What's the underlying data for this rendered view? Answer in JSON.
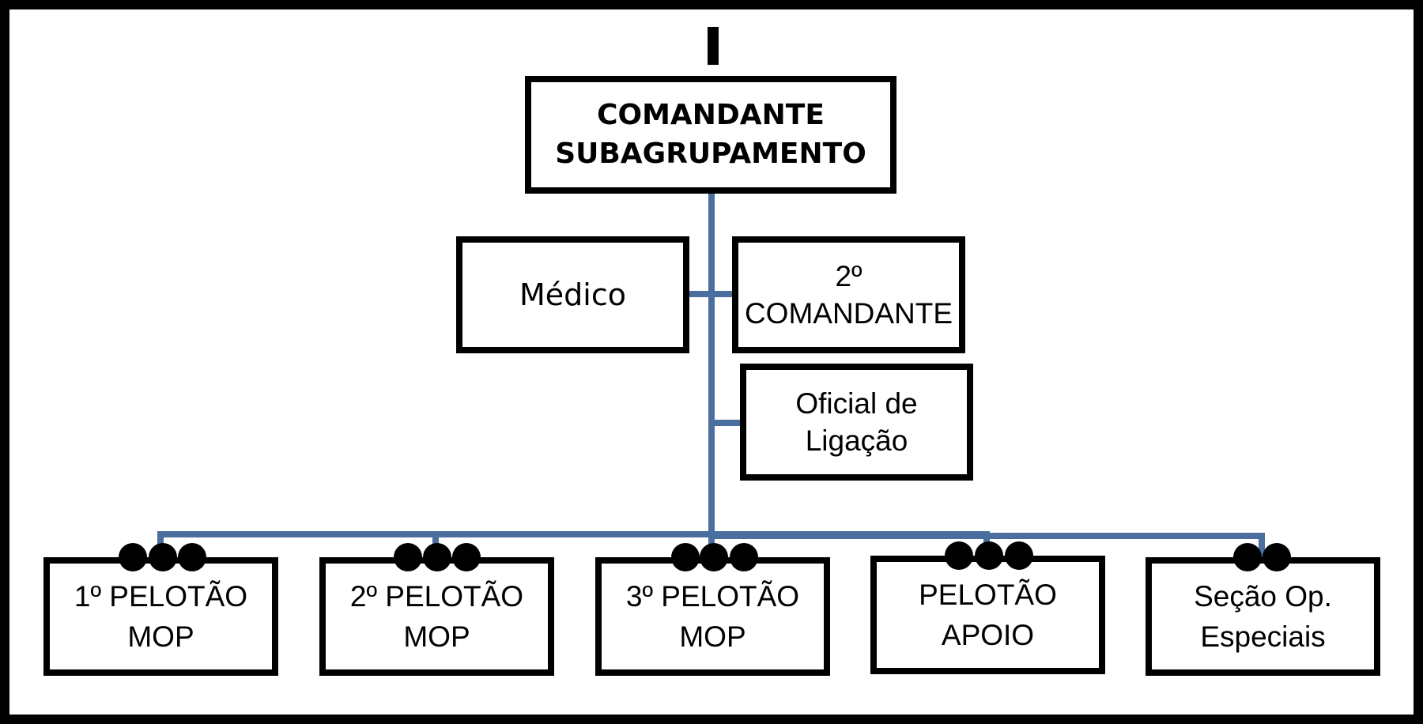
{
  "line_color": "#4a6f9f",
  "commander": {
    "line1": "COMANDANTE",
    "line2": "SUBAGRUPAMENTO"
  },
  "staff": {
    "medico": "Médico",
    "second_commander": {
      "line1": "2º",
      "line2": "COMANDANTE"
    },
    "liaison": {
      "line1": "Oficial de",
      "line2": "Ligação"
    }
  },
  "units": [
    {
      "line1": "1º PELOTÃO",
      "line2": "MOP",
      "echelon_dots": 3
    },
    {
      "line1": "2º PELOTÃO",
      "line2": "MOP",
      "echelon_dots": 3
    },
    {
      "line1": "3º PELOTÃO",
      "line2": "MOP",
      "echelon_dots": 3
    },
    {
      "line1": "PELOTÃO",
      "line2": "APOIO",
      "echelon_dots": 3
    },
    {
      "line1": "Seção Op.",
      "line2": "Especiais",
      "echelon_dots": 2
    }
  ]
}
